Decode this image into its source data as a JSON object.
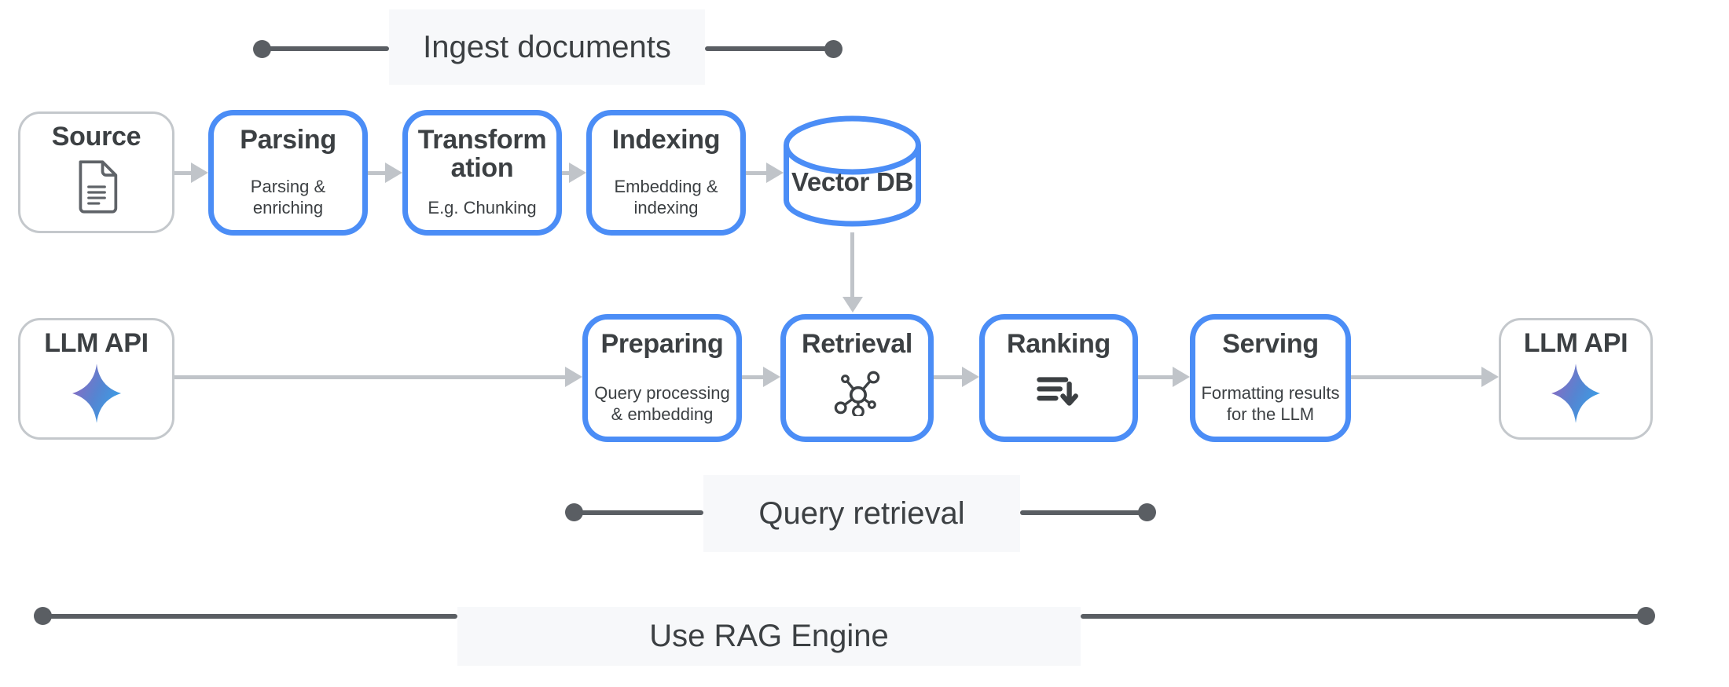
{
  "diagram_title_hint": "RAG pipeline flow",
  "colors": {
    "accent_blue": "#4b8df6",
    "text_dark": "#3c4043",
    "bracket_line_dark": "#5a5e63",
    "flow_arrow_gray": "#c0c4c9",
    "gray_node_border": "#c4c8cc",
    "label_background": "#f7f8fa",
    "icon_gray": "#5f6368",
    "spark_gradient": [
      "#9168C0",
      "#5684D1",
      "#35A3EA"
    ]
  },
  "brackets": {
    "ingest": {
      "label": "Ingest documents"
    },
    "query": {
      "label": "Query retrieval"
    },
    "rag": {
      "label": "Use RAG Engine"
    }
  },
  "nodes": {
    "source": {
      "title": "Source",
      "icon": "document-icon"
    },
    "parsing": {
      "title": "Parsing",
      "subtitle_lines": [
        "Parsing &",
        "enriching"
      ]
    },
    "transformation": {
      "title_lines": [
        "Transform",
        "ation"
      ],
      "subtitle_lines": [
        "E.g. Chunking"
      ]
    },
    "indexing": {
      "title": "Indexing",
      "subtitle_lines": [
        "Embedding &",
        "indexing"
      ]
    },
    "vector_db": {
      "title": "Vector DB",
      "icon": "database-cylinder-icon"
    },
    "llm_api_left": {
      "title": "LLM API",
      "icon": "spark-icon"
    },
    "preparing": {
      "title": "Preparing",
      "subtitle_lines": [
        "Query processing",
        "& embedding"
      ]
    },
    "retrieval": {
      "title": "Retrieval",
      "icon": "network-graph-icon"
    },
    "ranking": {
      "title": "Ranking",
      "icon": "sort-descending-icon"
    },
    "serving": {
      "title": "Serving",
      "subtitle_lines": [
        "Formatting results",
        "for the LLM"
      ]
    },
    "llm_api_right": {
      "title": "LLM API",
      "icon": "spark-icon"
    }
  }
}
